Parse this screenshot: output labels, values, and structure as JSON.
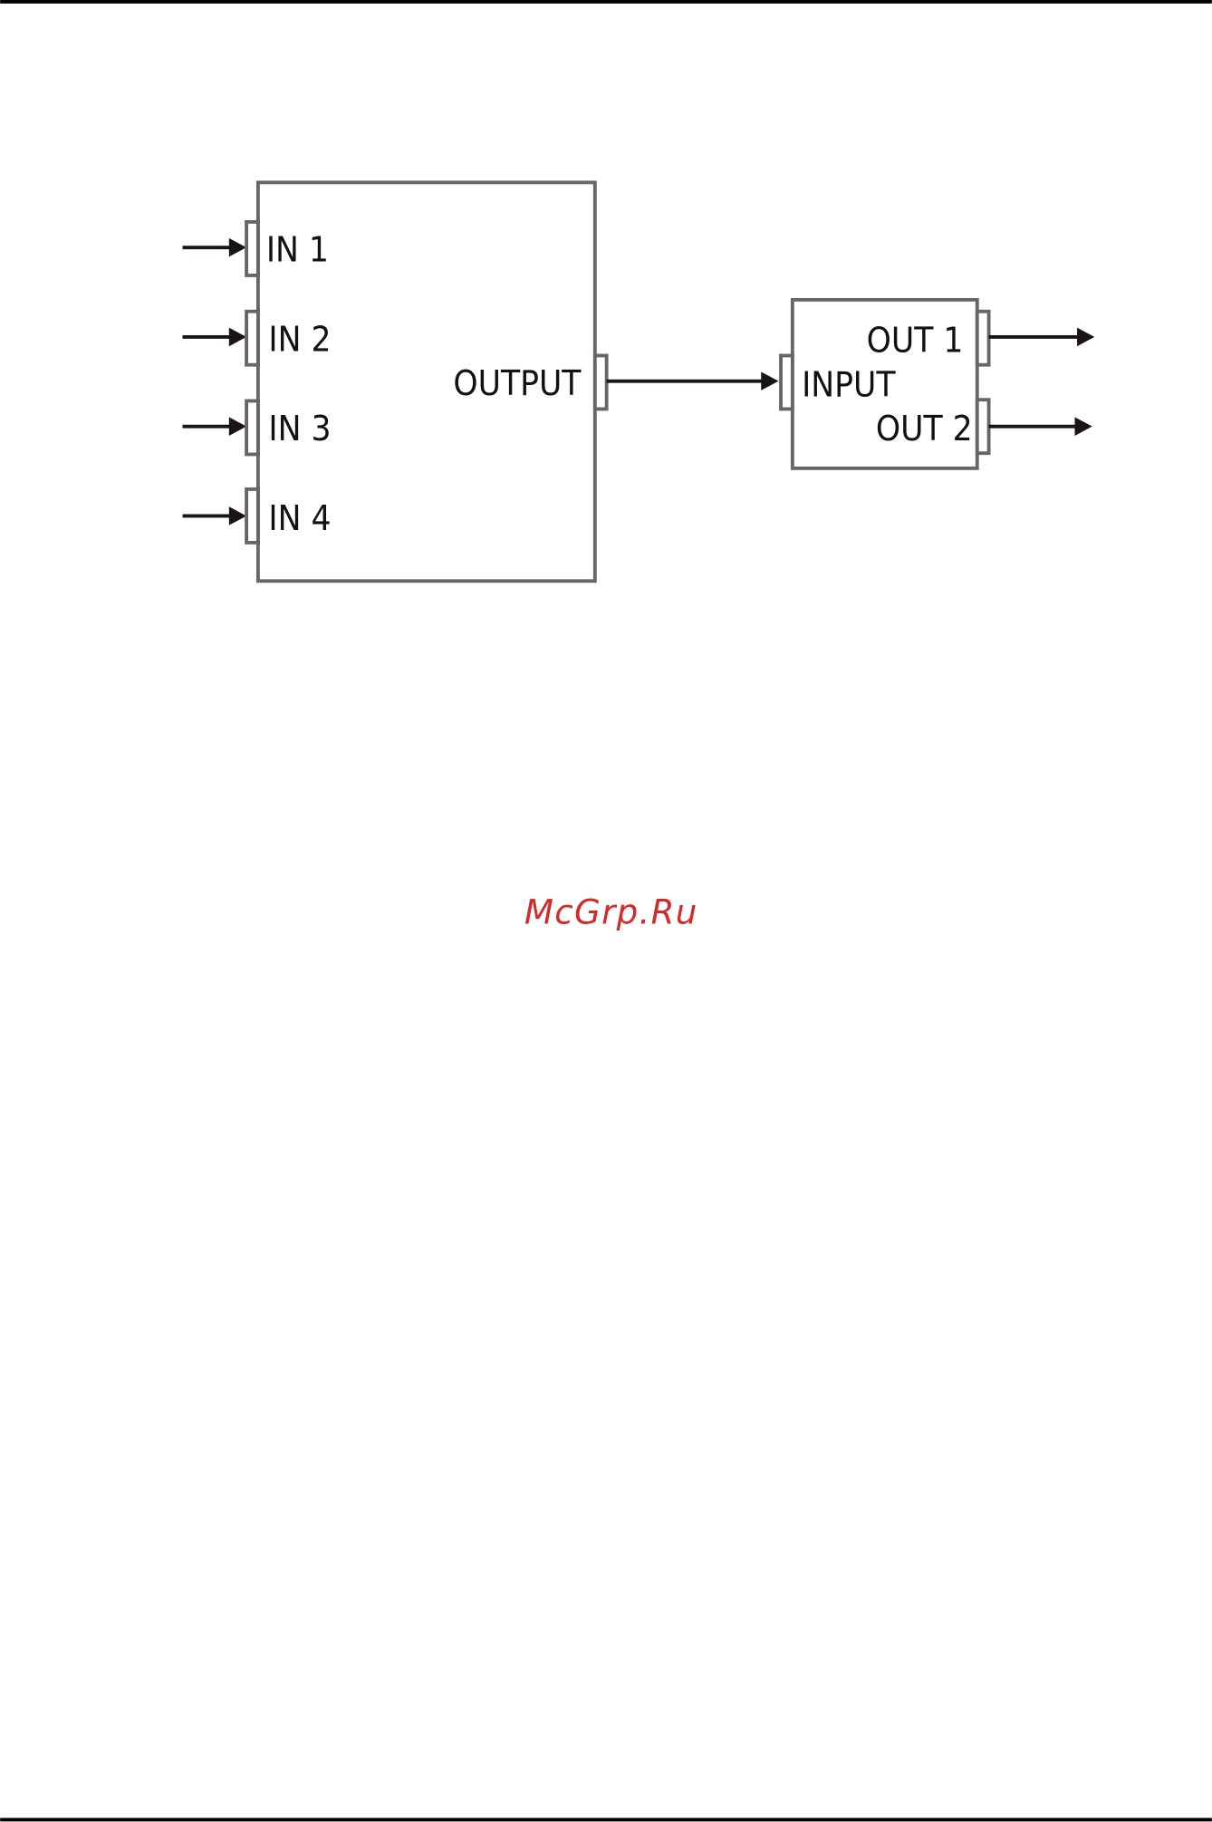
{
  "diagram": {
    "main_block": {
      "inputs": [
        "IN 1",
        "IN 2",
        "IN 3",
        "IN 4"
      ],
      "output": "OUTPUT"
    },
    "splitter_block": {
      "input": "INPUT",
      "outputs": [
        "OUT 1",
        "OUT 2"
      ]
    }
  },
  "watermark": "McGrp.Ru",
  "colors": {
    "watermark": "#d42a2a",
    "border": "#666666",
    "arrow": "#1a1414"
  }
}
